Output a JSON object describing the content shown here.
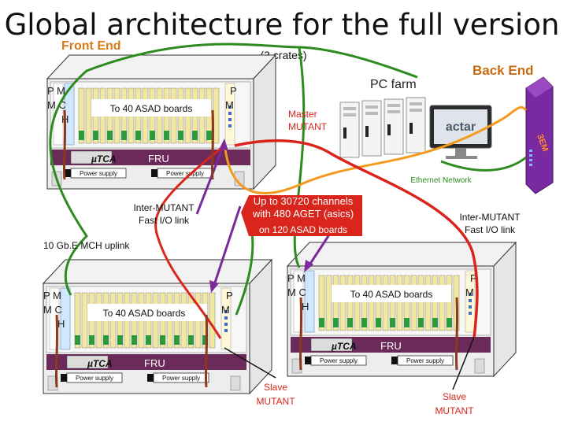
{
  "title": "Global architecture for the full version",
  "labels": {
    "front_end": "Front End",
    "crates": "(3 crates)",
    "back_end": "Back End",
    "pc_farm": "PC farm",
    "master_mutant": [
      "Master",
      "MUTANT"
    ],
    "ethernet_network": "Ethernet Network",
    "inter_mutant_left": [
      "Inter-MUTANT",
      "Fast I/O link"
    ],
    "inter_mutant_right": [
      "Inter-MUTANT",
      "Fast I/O link"
    ],
    "channels": [
      "Up to 30720 channels",
      "with 480 AGET (asics)",
      "on 120 ASAD boards"
    ],
    "uplink": "10 Gb.E MCH uplink",
    "slave_mutant_1": [
      "Slave",
      "MUTANT"
    ],
    "slave_mutant_2": [
      "Slave",
      "MUTANT"
    ],
    "switch_text": "3EM",
    "actar": "actar"
  },
  "crate": {
    "asad_text": "To 40 ASAD boards",
    "pm_left": "P M",
    "mc_left": "M C",
    "h_left": "H",
    "pm_right": "P",
    "m_right": "M",
    "fru": "FRU",
    "brand": "µTCA",
    "power_supply": "Power supply"
  },
  "colors": {
    "ethernet_green": "#2e8b20",
    "orange_link": "#f39a1e",
    "red_link": "#d9251c",
    "purple_link": "#7a2a9a",
    "brown_cable": "#8b3a1e",
    "crate_band": "#6b2a5a",
    "module_yellow": "#f2e8a0",
    "module_green": "#2f9a3a",
    "mch_blue": "#cfe8ff",
    "switch_purple": "#7a2aa0"
  }
}
